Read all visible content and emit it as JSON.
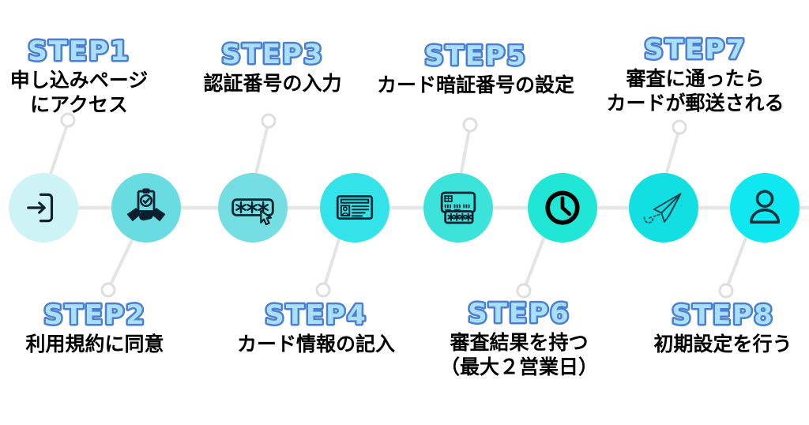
{
  "diagram_type": "step-flow-infographic",
  "language": "ja",
  "colors": {
    "background": "#ffffff",
    "step_label_fill": "#abdef8",
    "step_label_stroke": "#4a80d4",
    "caption_text": "#000000",
    "connector_line": "#e7e7e7",
    "node_fill": "#ffffff",
    "node_stroke": "#dedede",
    "icon_stroke": "#0a2430"
  },
  "steps": [
    {
      "label": "STEP1",
      "lines": [
        "申し込みページ",
        "にアクセス"
      ],
      "icon": "login-arrow-icon",
      "circle_color": "#cdf3f6",
      "position": "top"
    },
    {
      "label": "STEP2",
      "lines": [
        "利用規約に同意"
      ],
      "icon": "handshake-agreement-icon",
      "circle_color": "#68dce0",
      "position": "bottom"
    },
    {
      "label": "STEP3",
      "lines": [
        "認証番号の入力"
      ],
      "icon": "password-input-icon",
      "circle_color": "#74dee2",
      "position": "top"
    },
    {
      "label": "STEP4",
      "lines": [
        "カード情報の記入"
      ],
      "icon": "id-card-icon",
      "circle_color": "#33e3e9",
      "position": "bottom"
    },
    {
      "label": "STEP5",
      "lines": [
        "カード暗証番号の設定"
      ],
      "icon": "card-pin-icon",
      "circle_color": "#3be3db",
      "position": "top"
    },
    {
      "label": "STEP6",
      "lines": [
        "審査結果を持つ",
        "（最大２営業日）"
      ],
      "icon": "clock-icon",
      "circle_color": "#1fe6d5",
      "position": "bottom"
    },
    {
      "label": "STEP7",
      "lines": [
        "審査に通ったら",
        "カードが郵送される"
      ],
      "icon": "paper-plane-icon",
      "circle_color": "#12dfe1",
      "position": "top"
    },
    {
      "label": "STEP8",
      "lines": [
        "初期設定を行う"
      ],
      "icon": "person-icon",
      "circle_color": "#10e8f1",
      "position": "bottom"
    }
  ]
}
